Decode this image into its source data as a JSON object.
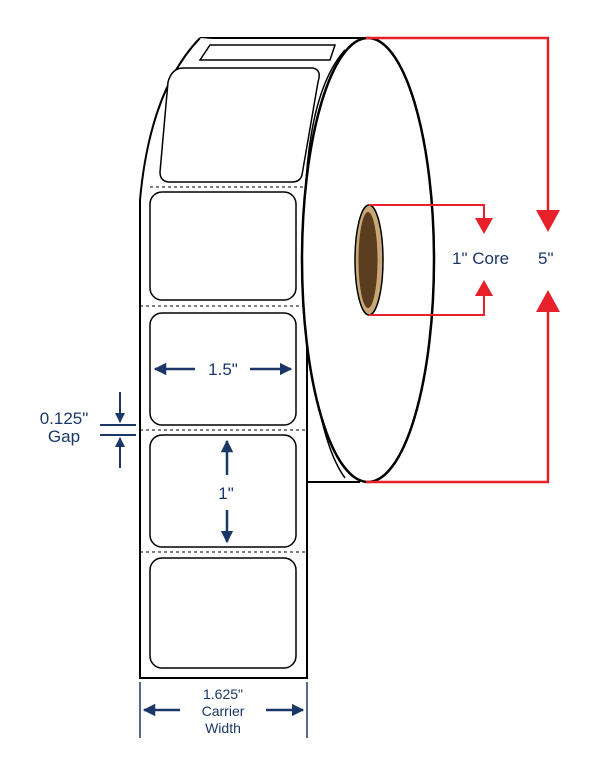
{
  "colors": {
    "outline": "#000000",
    "dimension_blue": "#1a3768",
    "dimension_red": "#e8202a",
    "core_brown": "#5a3d1f",
    "core_tan": "#c9a877"
  },
  "labels": {
    "label_width": "1.5\"",
    "label_height": "1\"",
    "gap_value": "0.125\"",
    "gap_word": "Gap",
    "carrier_value": "1.625\"",
    "carrier_word1": "Carrier",
    "carrier_word2": "Width",
    "core": "1\" Core",
    "roll_diameter": "5\""
  }
}
